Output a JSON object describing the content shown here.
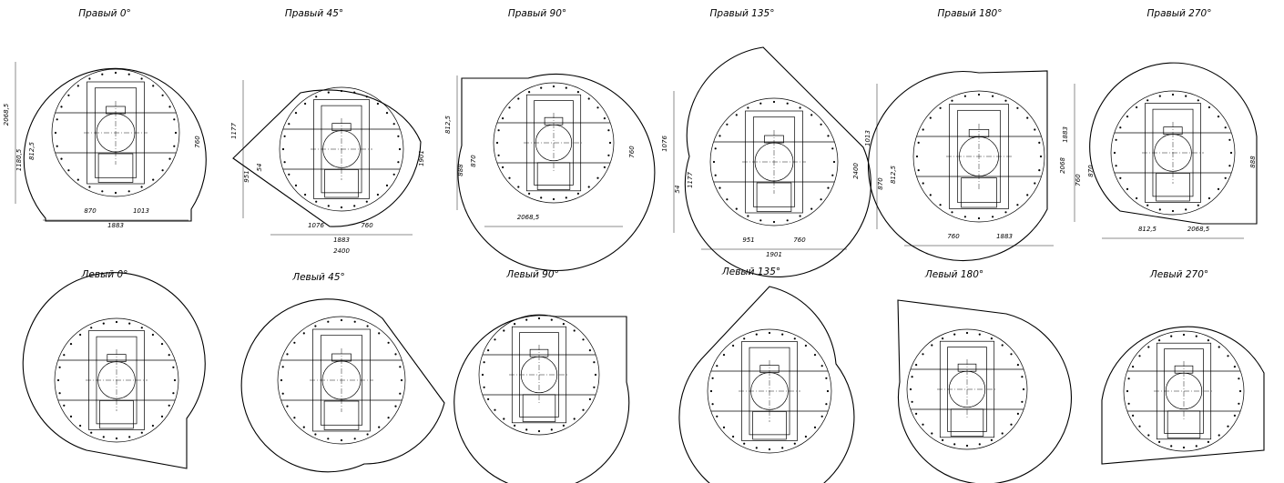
{
  "views": [
    {
      "id": "right-0",
      "title": "Правый 0°",
      "dims": [
        "2068,5",
        "1180,5",
        "812,5",
        "760",
        "870",
        "1013",
        "1883"
      ]
    },
    {
      "id": "right-45",
      "title": "Правый 45°",
      "dims": [
        "1177",
        "951",
        "54",
        "1901",
        "1076",
        "760",
        "1883",
        "2400"
      ]
    },
    {
      "id": "right-90",
      "title": "Правый 90°",
      "dims": [
        "812,5",
        "888",
        "870",
        "760",
        "2068,5"
      ]
    },
    {
      "id": "right-135",
      "title": "Правый 135°",
      "dims": [
        "1076",
        "54",
        "1177",
        "2400",
        "951",
        "760",
        "1901"
      ]
    },
    {
      "id": "right-180",
      "title": "Правый 180°",
      "dims": [
        "1013",
        "870",
        "812,5",
        "2068",
        "760",
        "1883"
      ]
    },
    {
      "id": "right-270",
      "title": "Правый 270°",
      "dims": [
        "1883",
        "760",
        "870",
        "888",
        "812,5",
        "2068,5"
      ]
    },
    {
      "id": "left-0",
      "title": "Левый 0°",
      "dims": []
    },
    {
      "id": "left-45",
      "title": "Левый 45°",
      "dims": []
    },
    {
      "id": "left-90",
      "title": "Левый 90°",
      "dims": []
    },
    {
      "id": "left-135",
      "title": "Левый 135°",
      "dims": []
    },
    {
      "id": "left-180",
      "title": "Левый 180°",
      "dims": []
    },
    {
      "id": "left-270",
      "title": "Левый 270°",
      "dims": []
    }
  ]
}
